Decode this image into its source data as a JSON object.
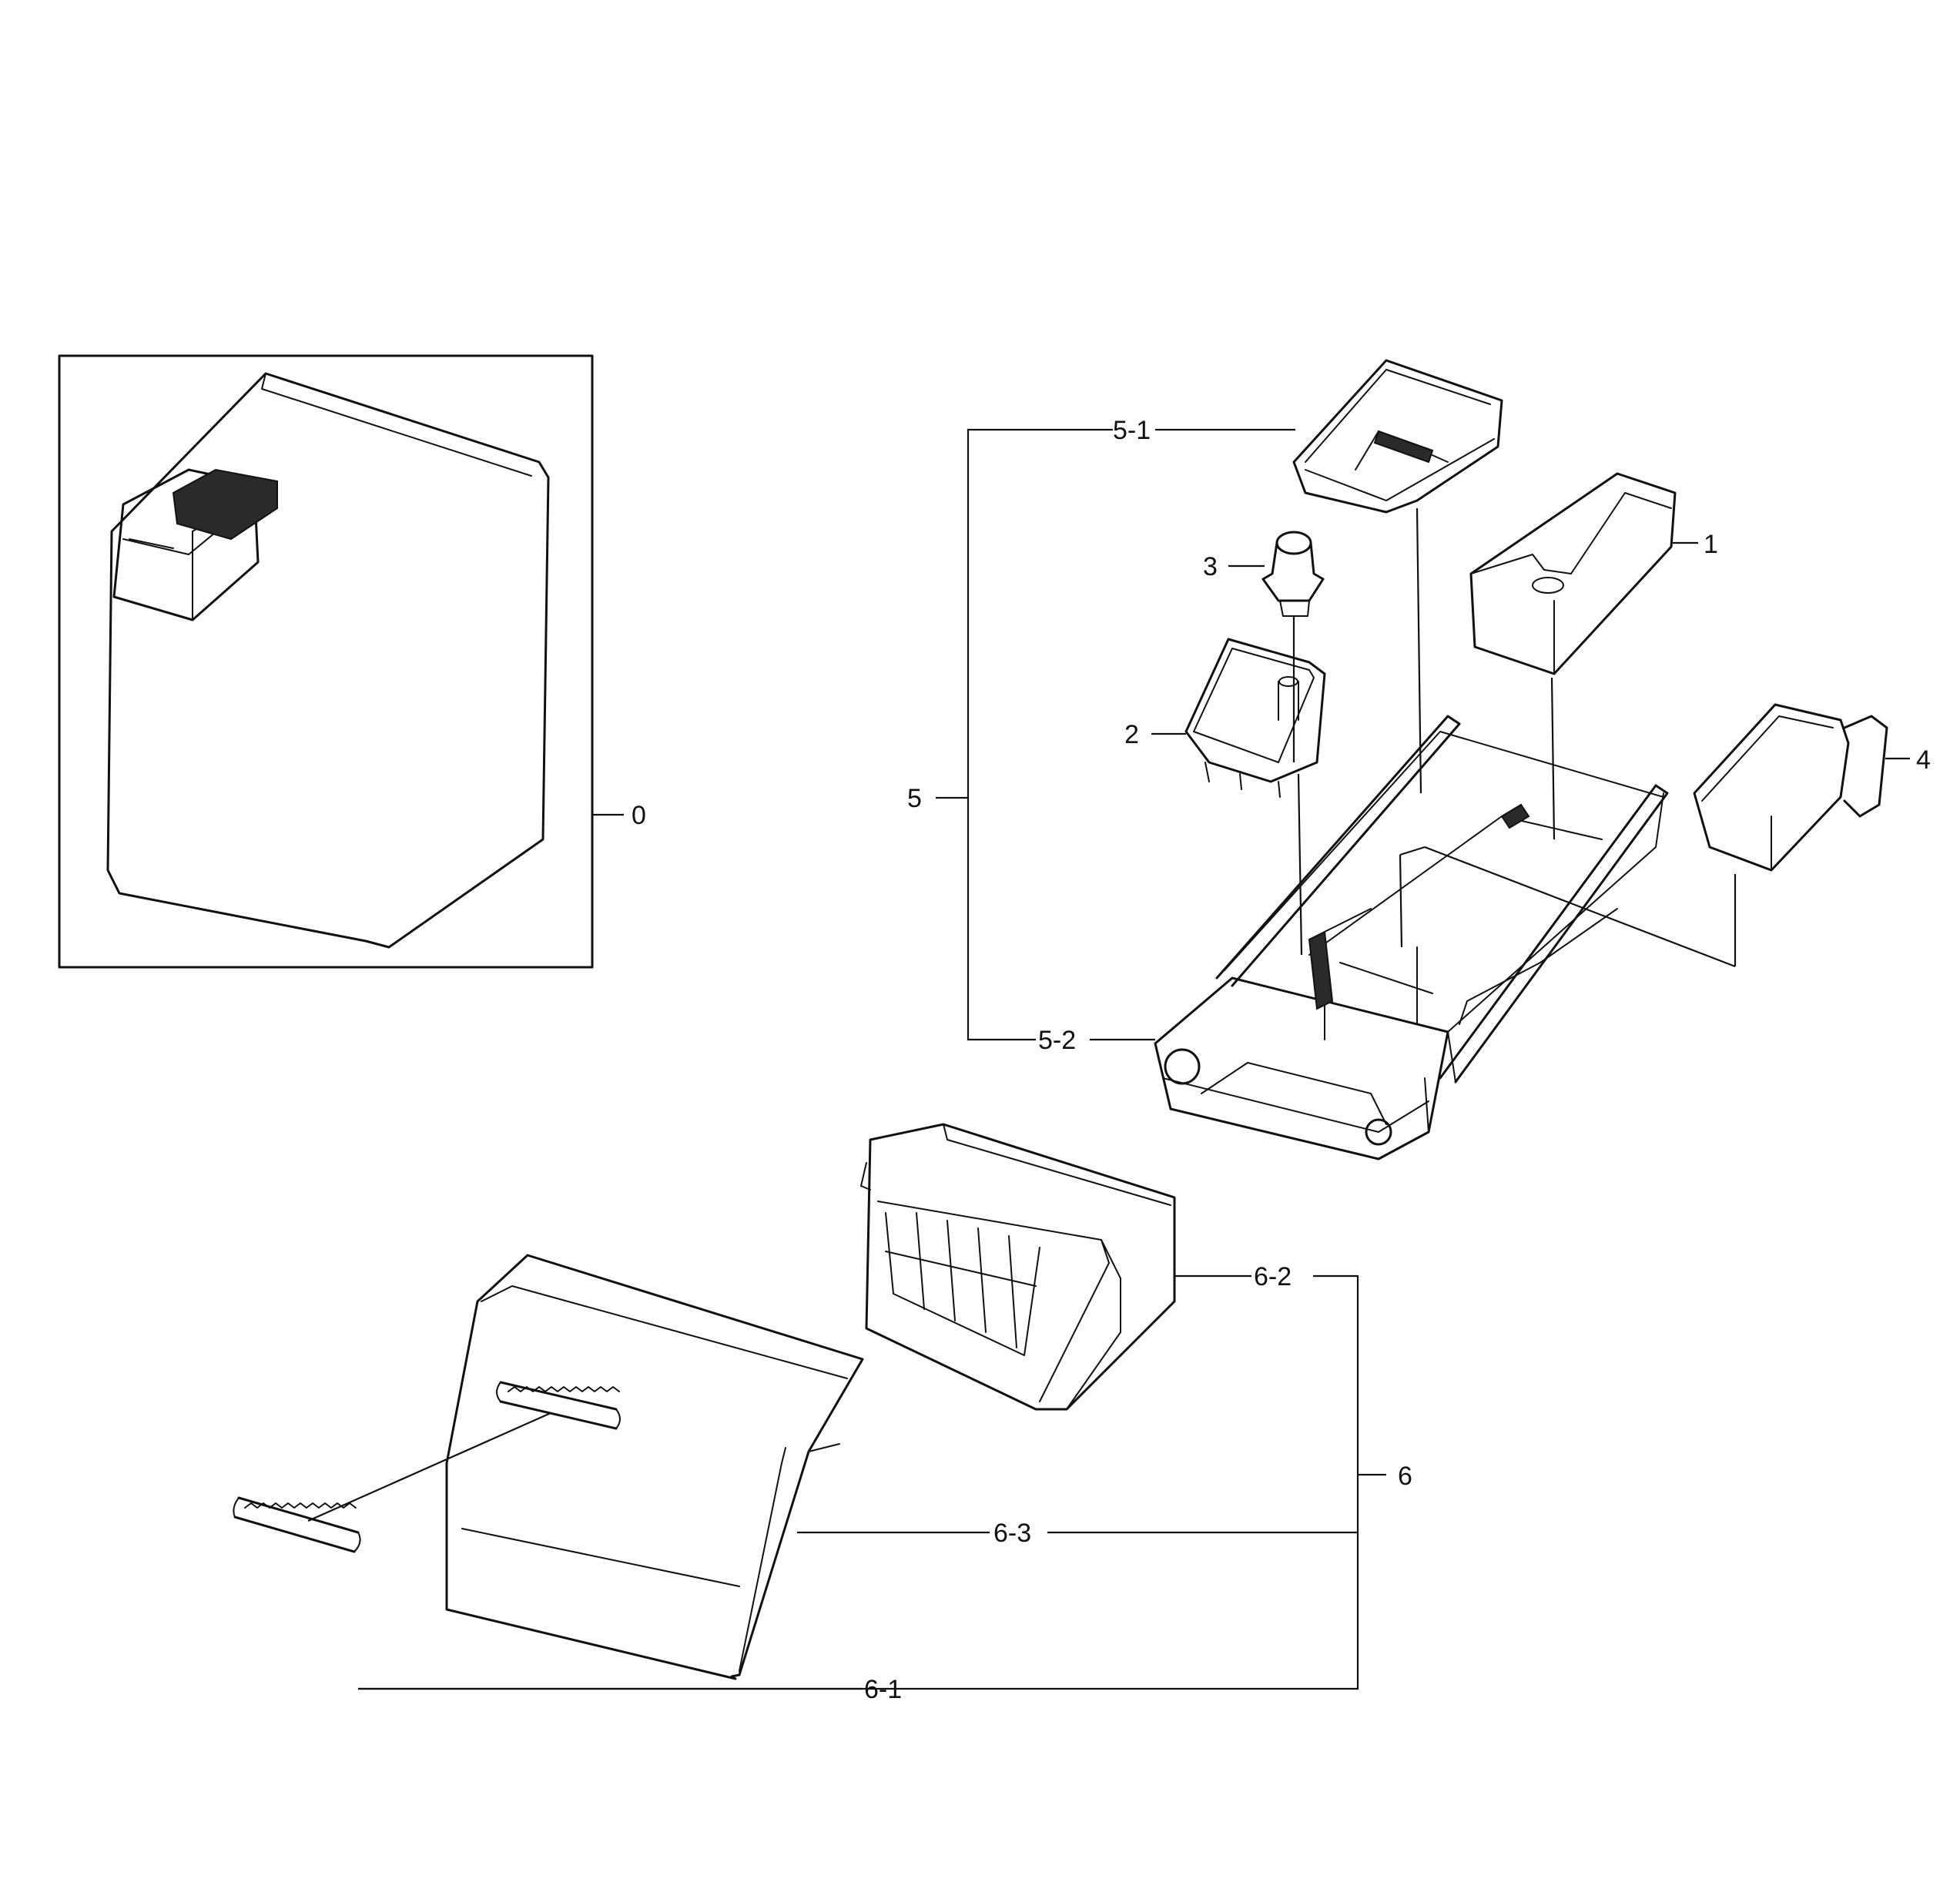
{
  "callouts": {
    "c0": "0",
    "c1": "1",
    "c2": "2",
    "c3": "3",
    "c4": "4",
    "c5": "5",
    "c5_1": "5-1",
    "c5_2": "5-2",
    "c6": "6",
    "c6_1": "6-1",
    "c6_2": "6-2",
    "c6_3": "6-3"
  }
}
